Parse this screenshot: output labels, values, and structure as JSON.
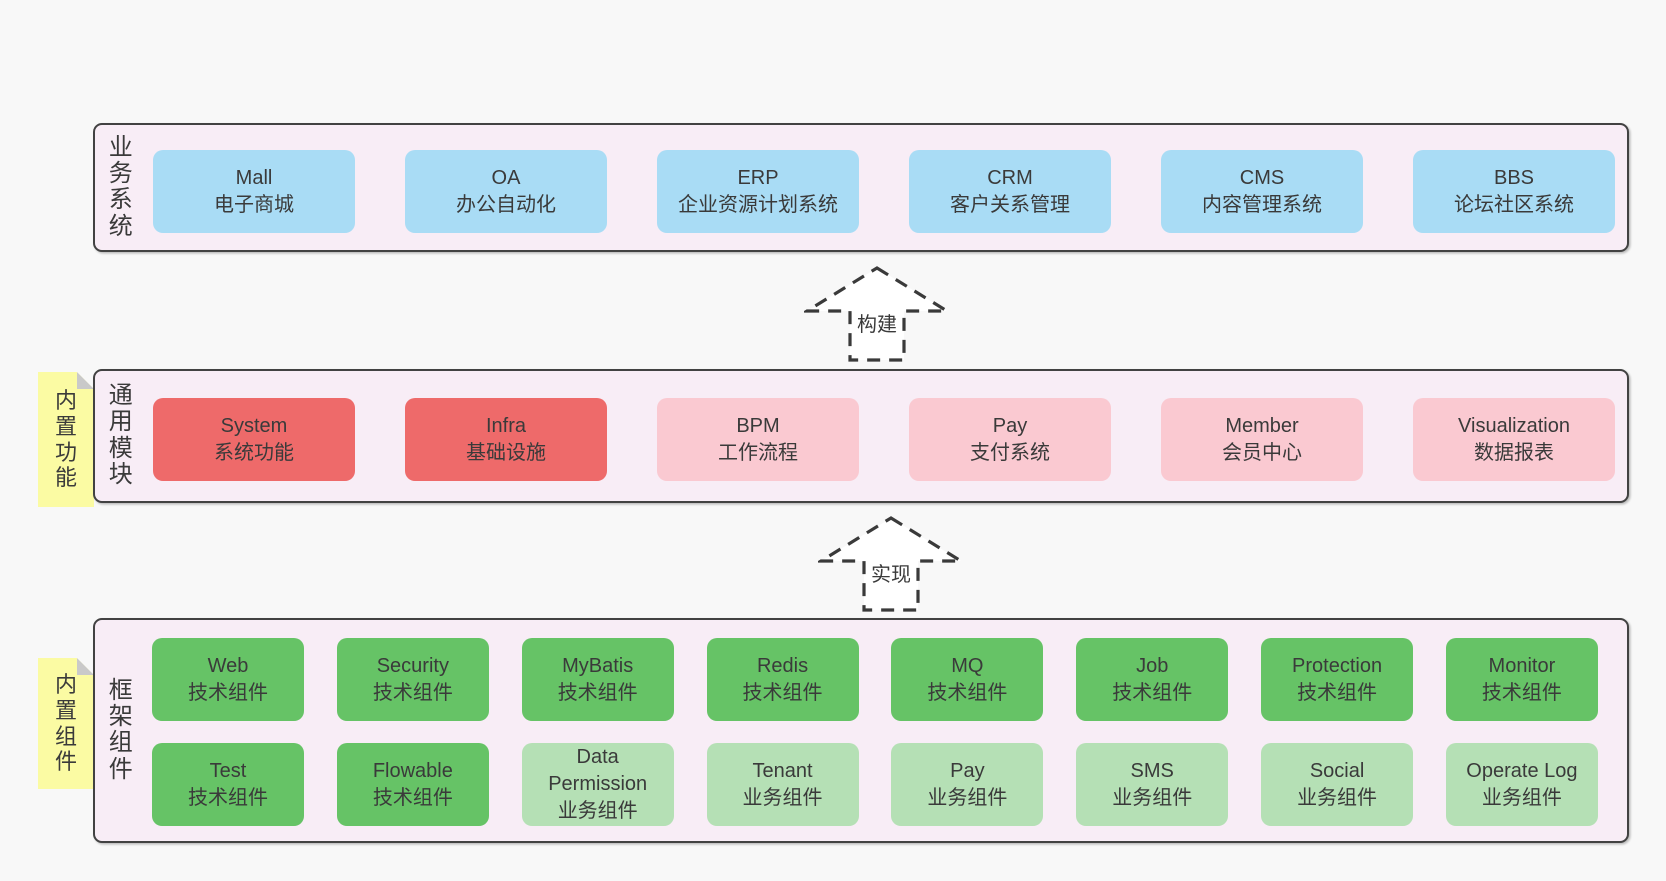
{
  "colors": {
    "page_bg": "#f8f8f8",
    "panel_bg": "#f8edf6",
    "panel_border": "#424242",
    "blue": "#a9dcf5",
    "red": "#ee6a6a",
    "pink": "#fac9d1",
    "green_dark": "#66c366",
    "green_light": "#b5e0b5",
    "sticky_yellow": "#fbfba3",
    "sticky_fold": "#c9c9c9",
    "text": "#3a3a3a"
  },
  "business": {
    "label": "业务系统",
    "boxes": [
      {
        "en": "Mall",
        "zh": "电子商城"
      },
      {
        "en": "OA",
        "zh": "办公自动化"
      },
      {
        "en": "ERP",
        "zh": "企业资源计划系统"
      },
      {
        "en": "CRM",
        "zh": "客户关系管理"
      },
      {
        "en": "CMS",
        "zh": "内容管理系统"
      },
      {
        "en": "BBS",
        "zh": "论坛社区系统"
      }
    ]
  },
  "arrows": {
    "build": "构建",
    "implement": "实现"
  },
  "modules": {
    "label": "通用模块",
    "sticky": "内置功能",
    "boxes": [
      {
        "en": "System",
        "zh": "系统功能"
      },
      {
        "en": "Infra",
        "zh": "基础设施"
      },
      {
        "en": "BPM",
        "zh": "工作流程"
      },
      {
        "en": "Pay",
        "zh": "支付系统"
      },
      {
        "en": "Member",
        "zh": "会员中心"
      },
      {
        "en": "Visualization",
        "zh": "数据报表"
      }
    ]
  },
  "components": {
    "label": "框架组件",
    "sticky": "内置组件",
    "row1": [
      {
        "en": "Web",
        "zh": "技术组件"
      },
      {
        "en": "Security",
        "zh": "技术组件"
      },
      {
        "en": "MyBatis",
        "zh": "技术组件"
      },
      {
        "en": "Redis",
        "zh": "技术组件"
      },
      {
        "en": "MQ",
        "zh": "技术组件"
      },
      {
        "en": "Job",
        "zh": "技术组件"
      },
      {
        "en": "Protection",
        "zh": "技术组件"
      },
      {
        "en": "Monitor",
        "zh": "技术组件"
      }
    ],
    "row2": [
      {
        "en": "Test",
        "zh": "技术组件"
      },
      {
        "en": "Flowable",
        "zh": "技术组件"
      },
      {
        "en": "Data\nPermission",
        "zh": "业务组件"
      },
      {
        "en": "Tenant",
        "zh": "业务组件"
      },
      {
        "en": "Pay",
        "zh": "业务组件"
      },
      {
        "en": "SMS",
        "zh": "业务组件"
      },
      {
        "en": "Social",
        "zh": "业务组件"
      },
      {
        "en": "Operate Log",
        "zh": "业务组件"
      }
    ]
  }
}
